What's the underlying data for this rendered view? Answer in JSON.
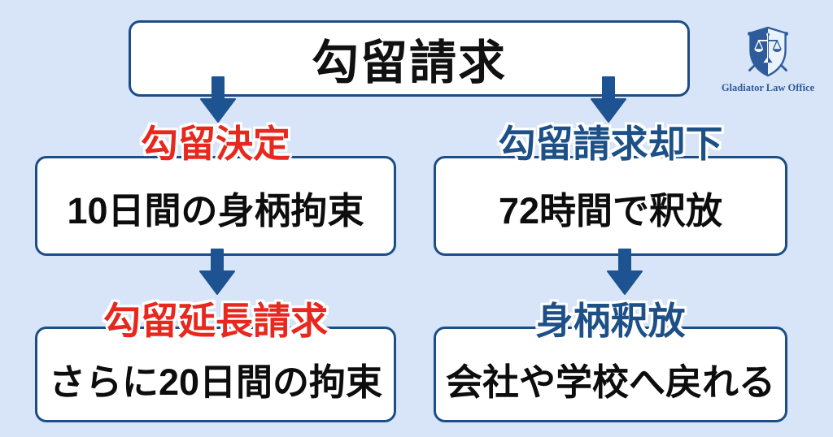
{
  "page": {
    "background_color": "#d8e4f7",
    "accent_navy": "#1b4d86",
    "accent_red": "#e7281e",
    "arrow_color": "#1d5390"
  },
  "brand": {
    "name": "Gladiator Law Office",
    "logo_icon": "shield-with-scales-and-crossed-swords",
    "color": "#2e5c9a"
  },
  "flowchart": {
    "root": {
      "label": "勾留請求"
    },
    "columns": [
      {
        "id": "detention-granted",
        "steps": [
          {
            "heading": "勾留決定",
            "heading_color": "#e7281e",
            "body": "10日間の身柄拘束"
          },
          {
            "heading": "勾留延長請求",
            "heading_color": "#e7281e",
            "body": "さらに20日間の拘束"
          }
        ]
      },
      {
        "id": "request-rejected",
        "steps": [
          {
            "heading": "勾留請求却下",
            "heading_color": "#1d5087",
            "body": "72時間で釈放"
          },
          {
            "heading": "身柄釈放",
            "heading_color": "#1d5087",
            "body": "会社や学校へ戻れる"
          }
        ]
      }
    ]
  }
}
